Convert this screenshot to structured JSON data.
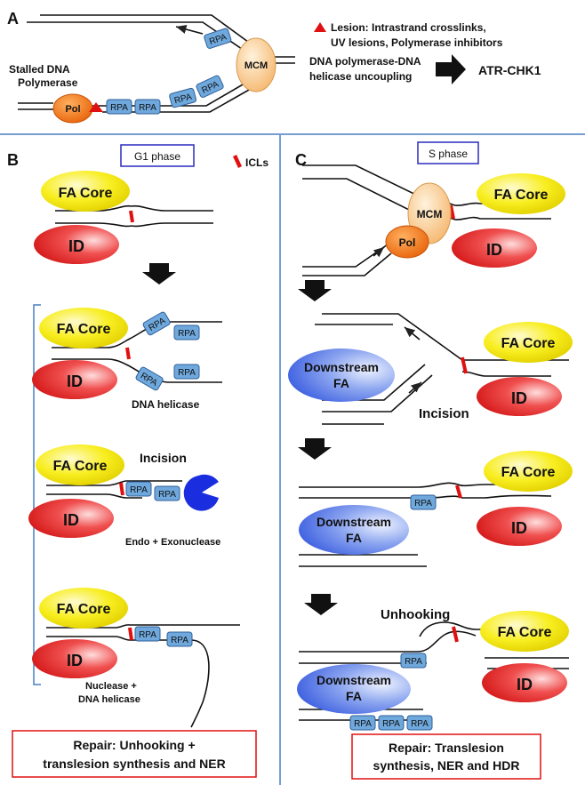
{
  "panel_a": {
    "label": "A",
    "legend_lesion": "Lesion: Intrastrand crosslinks,",
    "legend_lesion_2": "UV lesions, Polymerase inhibitors",
    "stalled_1": "Stalled DNA",
    "stalled_2": "Polymerase",
    "pol": "Pol",
    "mcm": "MCM",
    "rpa": "RPA",
    "uncoupling_1": "DNA polymerase-DNA",
    "uncoupling_2": "helicase uncoupling",
    "atr": "ATR-CHK1"
  },
  "panel_b": {
    "label": "B",
    "phase": "G1 phase",
    "icls": "ICLs",
    "fa_core": "FA Core",
    "id": "ID",
    "rpa": "RPA",
    "dna_helicase": "DNA helicase",
    "incision": "Incision",
    "endo_exo": "Endo + Exonuclease",
    "nuclease_1": "Nuclease +",
    "nuclease_2": "DNA helicase",
    "repair_1": "Repair: Unhooking +",
    "repair_2": "translesion synthesis and NER"
  },
  "panel_c": {
    "label": "C",
    "phase": "S phase",
    "fa_core": "FA Core",
    "id": "ID",
    "mcm": "MCM",
    "pol": "Pol",
    "rpa": "RPA",
    "downstream_1": "Downstream",
    "downstream_2": "FA",
    "incision": "Incision",
    "unhooking": "Unhooking",
    "repair_1": "Repair: Translesion",
    "repair_2": "synthesis, NER and HDR"
  }
}
